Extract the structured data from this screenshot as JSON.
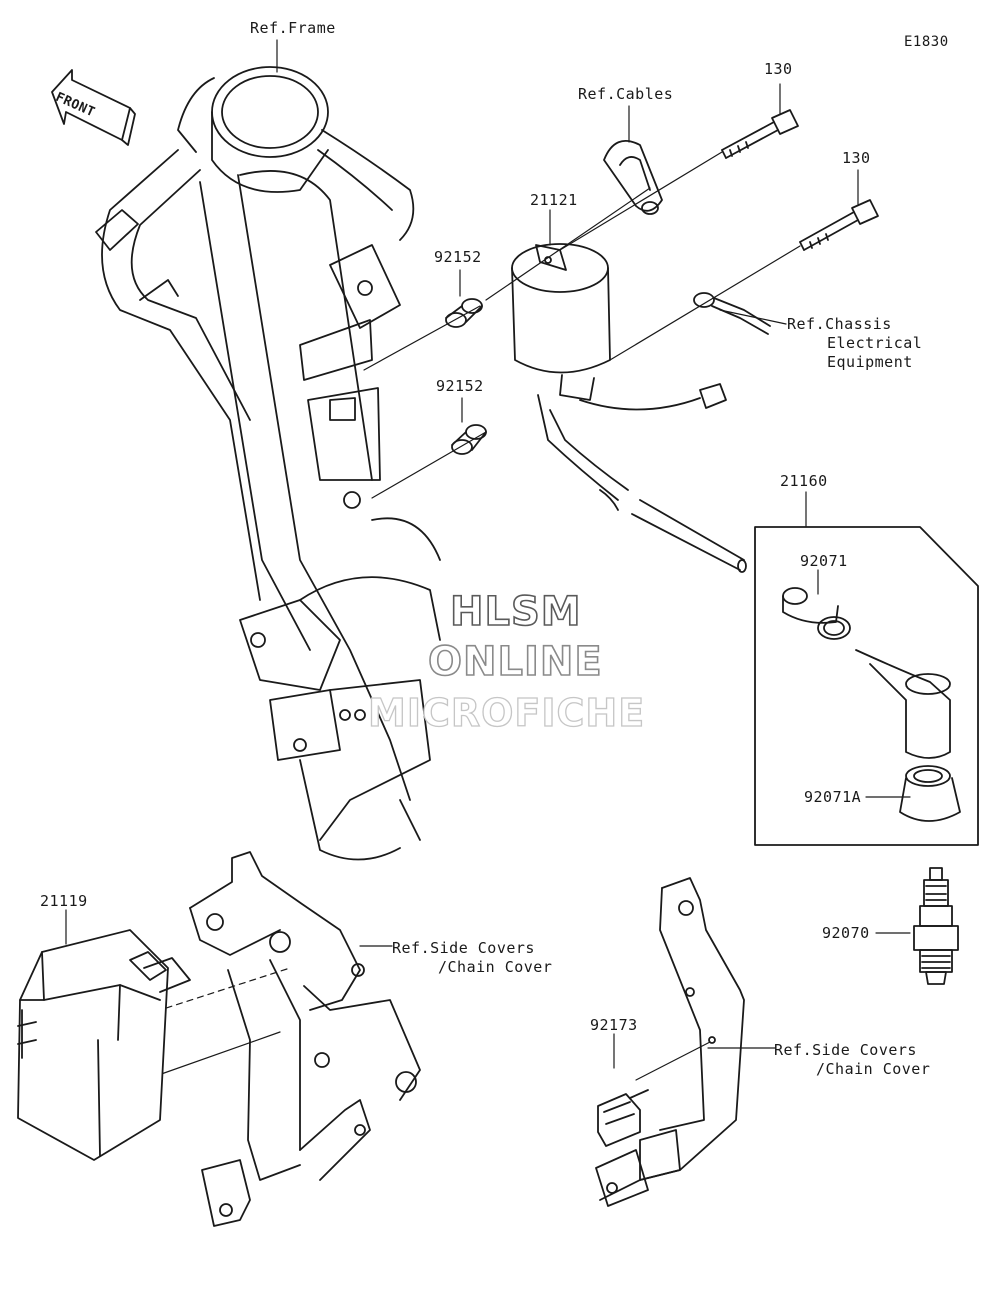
{
  "diagram_code": "E1830",
  "front_label": "FRONT",
  "refs": {
    "frame": "Ref.Frame",
    "cables": "Ref.Cables",
    "chassis_1": "Ref.Chassis",
    "chassis_2": "Electrical",
    "chassis_3": "Equipment",
    "side_covers_a_1": "Ref.Side Covers",
    "side_covers_a_2": "/Chain Cover",
    "side_covers_b_1": "Ref.Side Covers",
    "side_covers_b_2": "/Chain Cover"
  },
  "parts": {
    "bolt_upper": "130",
    "bolt_lower": "130",
    "coil": "21121",
    "collar_upper": "92152",
    "collar_lower": "92152",
    "cap_assy": "21160",
    "cap": "92071",
    "cap_seal": "92071A",
    "spark_plug": "92070",
    "cdi_unit": "21119",
    "bracket_clip": "92173"
  },
  "watermark": {
    "line1": "HLSM",
    "line2": "ONLINE",
    "line3": "MICROFICHE"
  }
}
